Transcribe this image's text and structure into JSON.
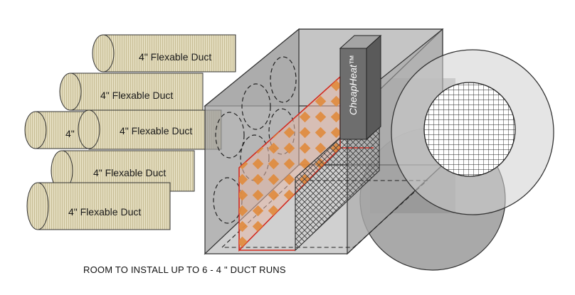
{
  "ducts": [
    {
      "label": "4\" Flexable Duct"
    },
    {
      "label": "4\" Flexable Duct"
    },
    {
      "label": "4\""
    },
    {
      "label": "4\" Flexable Duct"
    },
    {
      "label": "4\" Flexable Duct"
    },
    {
      "label": "4\" Flexable Duct"
    }
  ],
  "heater": {
    "brand": "CheapHeat™"
  },
  "caption": "ROOM TO INSTALL UP TO 6 - 4 \" DUCT RUNS",
  "colors": {
    "duct_fill": "#e3dcbe",
    "duct_stripe": "#c7bd95",
    "box_fill": "#a9a9a9",
    "filter_frame": "#d22a1f",
    "filter_dots": "#e08a3c",
    "heater_dark": "#6e6e6e",
    "fan_ring": "#8f8f8f"
  }
}
